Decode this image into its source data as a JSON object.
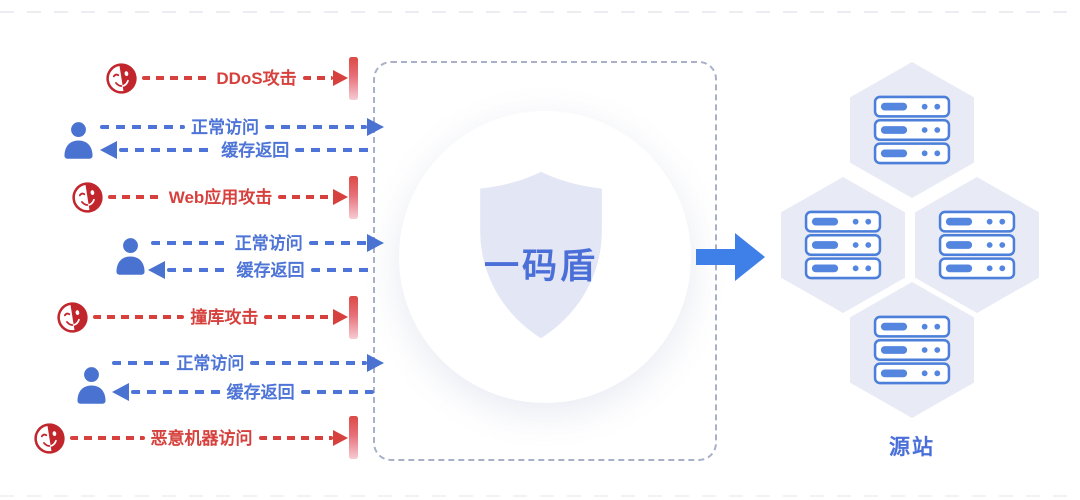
{
  "shield": {
    "label": "一码盾"
  },
  "origin": {
    "label": "源站"
  },
  "lanes": [
    {
      "kind": "attack",
      "label": "DDoS攻击"
    },
    {
      "kind": "normal",
      "forward_label": "正常访问",
      "return_label": "缓存返回"
    },
    {
      "kind": "attack",
      "label": "Web应用攻击"
    },
    {
      "kind": "normal",
      "forward_label": "正常访问",
      "return_label": "缓存返回"
    },
    {
      "kind": "attack",
      "label": "撞库攻击"
    },
    {
      "kind": "normal",
      "forward_label": "正常访问",
      "return_label": "缓存返回"
    },
    {
      "kind": "attack",
      "label": "恶意机器访问"
    }
  ],
  "colors": {
    "attack_red": "#d6413d",
    "mask_red": "#c2262d",
    "normal_blue": "#4d74d6",
    "big_arrow_blue": "#3f80e8",
    "shield_fill": "#e3e6f4",
    "shield_text": "#4a6fd8",
    "hex_fill": "#e8eaf5",
    "server_blue": "#4b7fd9",
    "zone_border": "#a8b1c7"
  }
}
